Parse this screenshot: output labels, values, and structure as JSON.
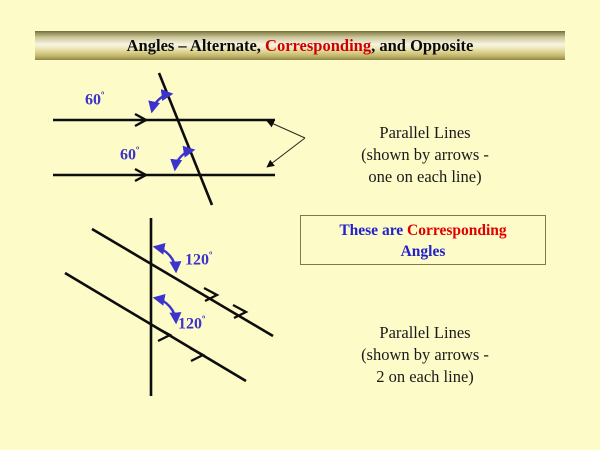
{
  "slide": {
    "background_color": "#FDFBC8",
    "title": {
      "part1": "Angles – Alternate, ",
      "highlight": "Corresponding",
      "part2": ", and Opposite",
      "highlight_color": "#D10000",
      "text_color": "#0a0a0a"
    }
  },
  "diagram_top": {
    "name": "two-parallel-horizontal-lines-with-transversal",
    "angle_label_1": "60",
    "angle_label_1_unit": "º",
    "angle_label_2": "60",
    "angle_label_2_unit": "º",
    "arc_color": "#3b33CC",
    "line_color": "#0d0d0d"
  },
  "diagram_bottom": {
    "name": "two-parallel-slanted-lines-with-vertical-transversal",
    "angle_label_1": "120",
    "angle_label_1_unit": "º",
    "angle_label_2": "120",
    "angle_label_2_unit": "º",
    "arc_color": "#3b33CC",
    "line_color": "#0d0d0d"
  },
  "caption_top": {
    "line1": "Parallel Lines",
    "line2": "(shown by arrows -",
    "line3": "one on each line)"
  },
  "callout": {
    "prefix": "These are ",
    "highlight": "Corresponding",
    "suffix": "Angles",
    "prefix_color": "#2222CC",
    "highlight_color": "#E00000",
    "border_color": "#7d7a4e"
  },
  "caption_bottom": {
    "line1": "Parallel Lines",
    "line2": "(shown by arrows -",
    "line3": "2 on each line)"
  }
}
